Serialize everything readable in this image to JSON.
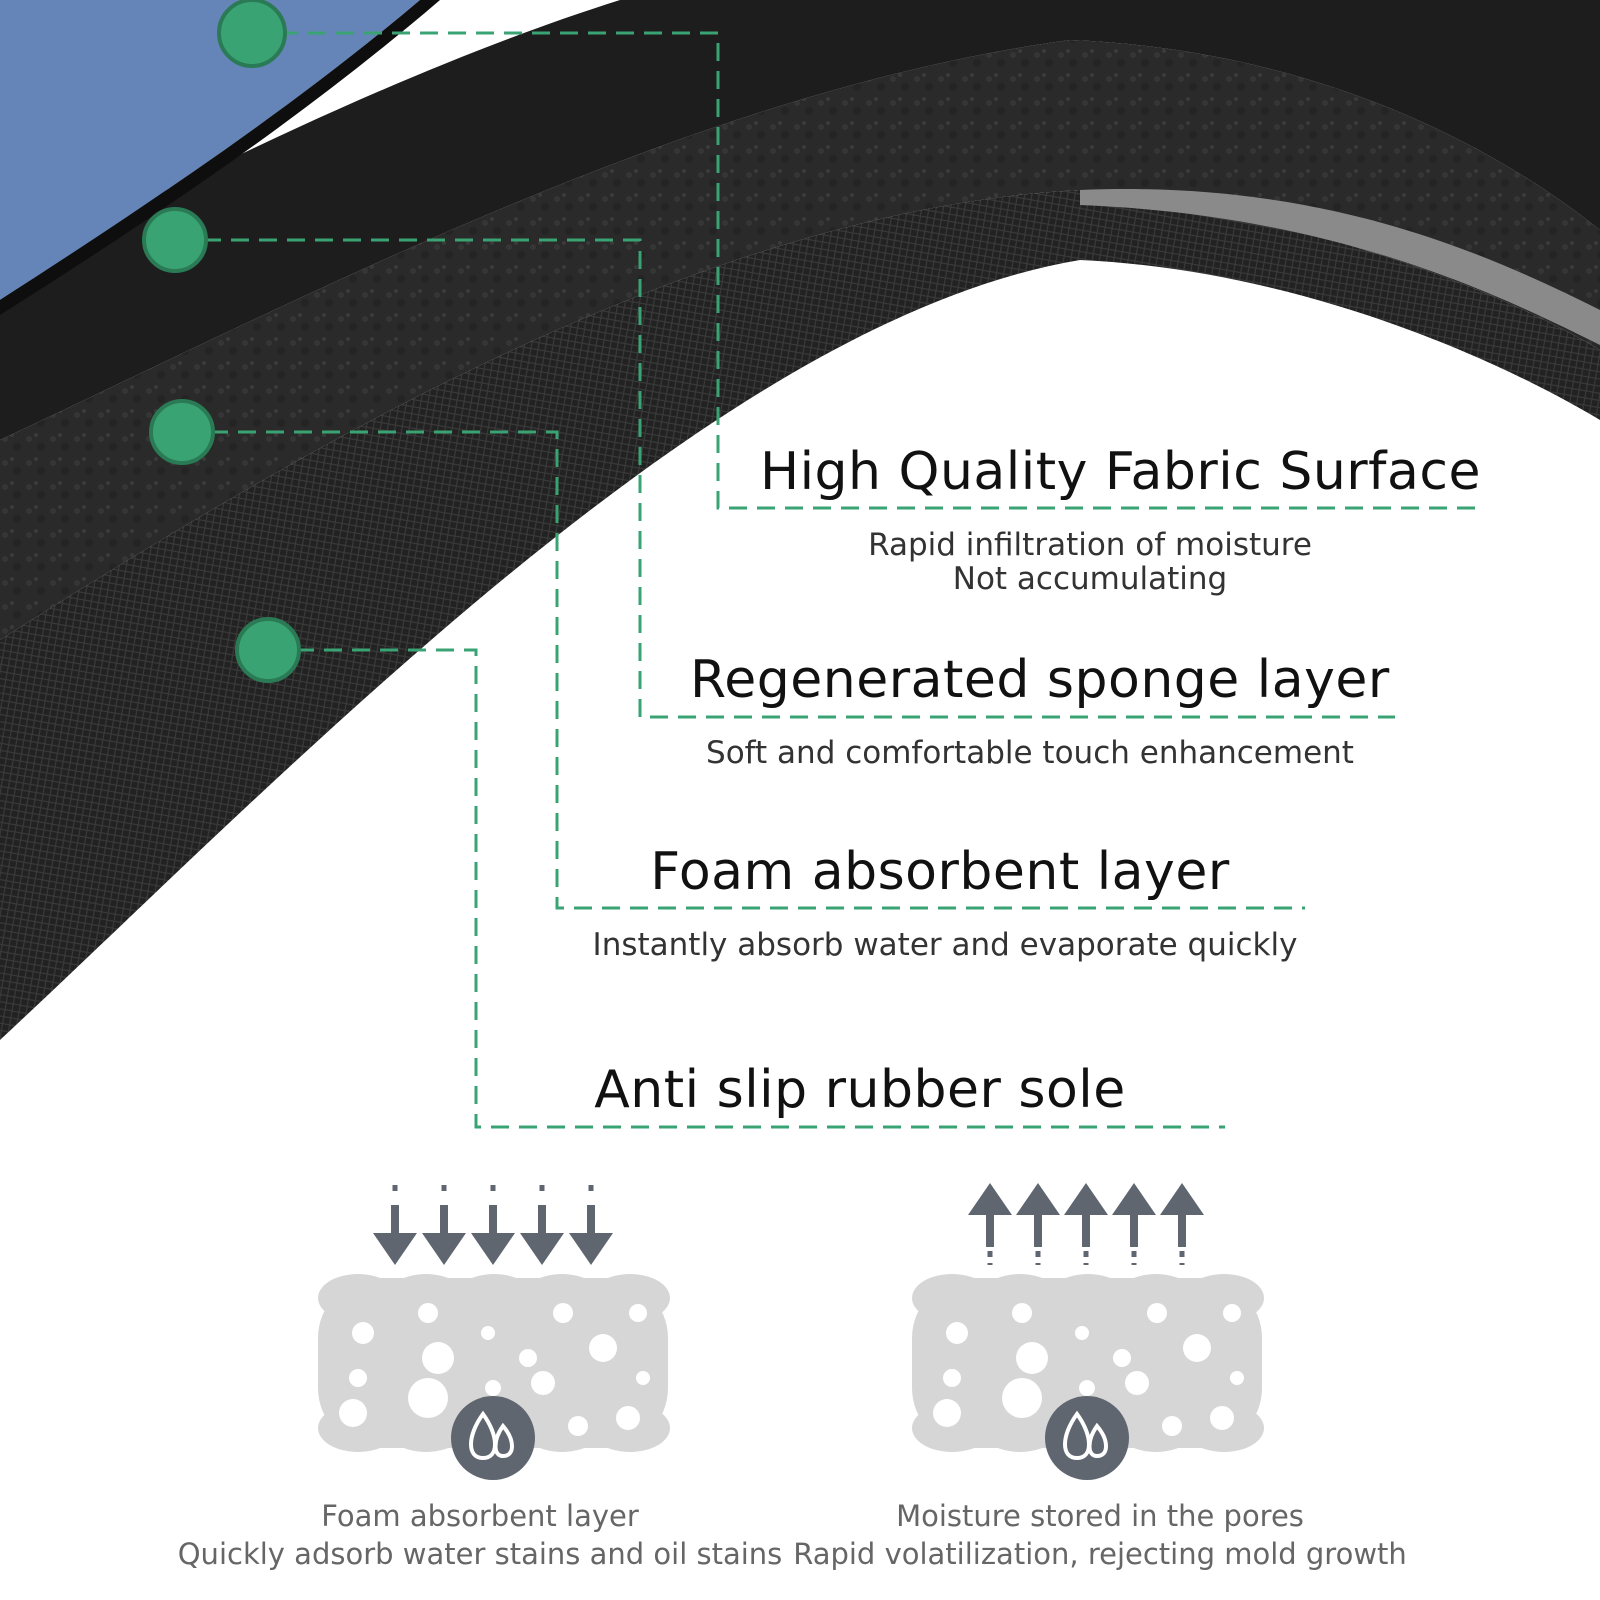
{
  "colors": {
    "accent": "#3aa374",
    "fabric_blue": "#6585b8",
    "mat_black": "#1b1b1b",
    "icon_gray": "#5f6670",
    "sponge_gray": "#d6d6d6"
  },
  "layers": [
    {
      "title": "High Quality Fabric Surface",
      "desc_lines": [
        "Rapid infiltration of moisture",
        "Not accumulating"
      ]
    },
    {
      "title": "Regenerated sponge layer",
      "desc_lines": [
        "Soft and comfortable touch enhancement"
      ]
    },
    {
      "title": "Foam absorbent layer",
      "desc_lines": [
        "Instantly absorb water and evaporate quickly"
      ]
    },
    {
      "title": "Anti slip rubber sole",
      "desc_lines": []
    }
  ],
  "diagrams": [
    {
      "icon": "arrows-down-icon",
      "caption_lines": [
        "Foam absorbent layer",
        "Quickly adsorb water stains and oil stains"
      ]
    },
    {
      "icon": "arrows-up-icon",
      "caption_lines": [
        "Moisture stored in the pores",
        "Rapid volatilization, rejecting mold growth"
      ]
    }
  ]
}
